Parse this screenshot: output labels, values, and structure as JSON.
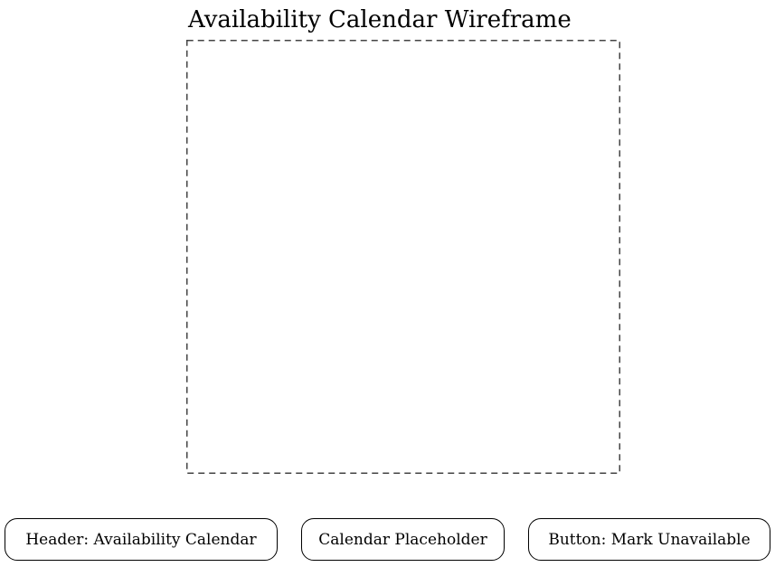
{
  "title": "Availability Calendar Wireframe",
  "colors": {
    "background": "#ffffff",
    "stroke": "#000000",
    "dashed_frame": "#444444"
  },
  "labels": [
    {
      "text": "Header: Availability Calendar"
    },
    {
      "text": "Calendar Placeholder"
    },
    {
      "text": "Button: Mark Unavailable"
    }
  ]
}
